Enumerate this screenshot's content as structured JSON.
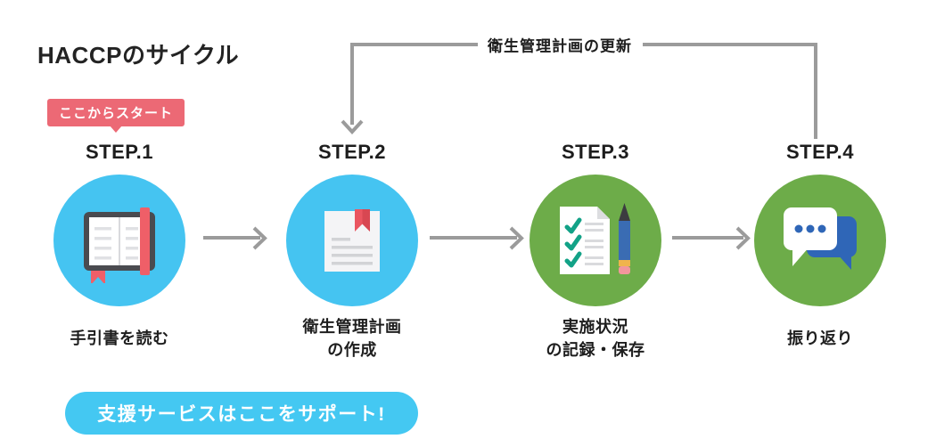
{
  "title": "HACCPのサイクル",
  "start_badge": "ここからスタート",
  "feedback_loop": {
    "label": "衛生管理計画の更新"
  },
  "steps": [
    {
      "label": "STEP.1",
      "caption_lines": [
        "手引書を読む"
      ],
      "icon": "open-book-icon",
      "circle_color": "#45c4f1"
    },
    {
      "label": "STEP.2",
      "caption_lines": [
        "衛生管理計画",
        "の作成"
      ],
      "icon": "document-ribbon-icon",
      "circle_color": "#45c4f1"
    },
    {
      "label": "STEP.3",
      "caption_lines": [
        "実施状況",
        "の記録・保存"
      ],
      "icon": "checklist-pencil-icon",
      "circle_color": "#6dac49"
    },
    {
      "label": "STEP.4",
      "caption_lines": [
        "振り返り"
      ],
      "icon": "chat-bubbles-icon",
      "circle_color": "#6dac49"
    }
  ],
  "support_banner": {
    "label": "支援サービスはここをサポート!",
    "color": "#44c8f2"
  },
  "colors": {
    "badge_red": "#ec6975",
    "arrow_gray": "#9b9b9b",
    "blue_circle": "#45c4f1",
    "green_circle": "#6dac49",
    "icon_red": "#ef5f68",
    "check_teal": "#12a287",
    "bubble_blue": "#2f66b7",
    "text_dark": "#1f1f1f"
  }
}
